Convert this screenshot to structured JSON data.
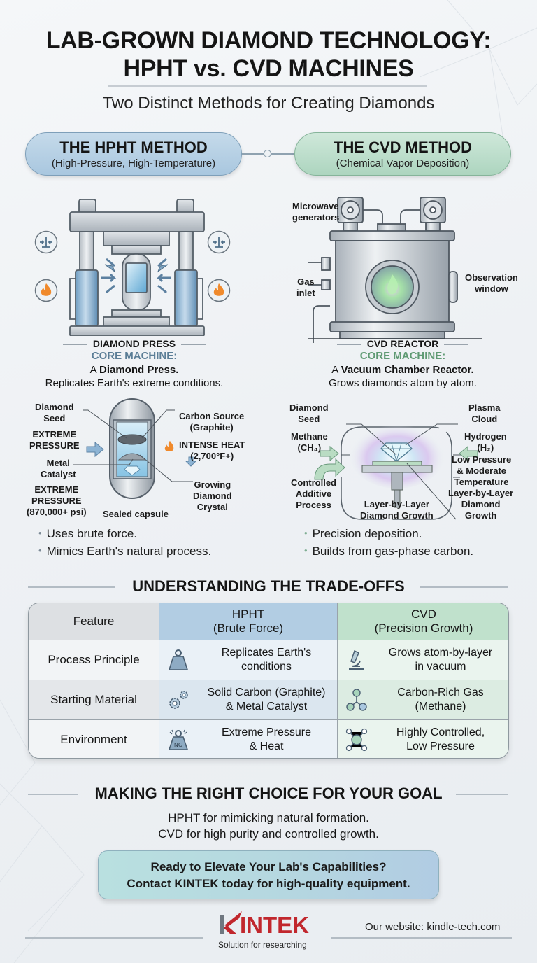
{
  "header": {
    "title_line1": "LAB-GROWN DIAMOND TECHNOLOGY:",
    "title_line2": "HPHT vs. CVD MACHINES",
    "subtitle": "Two Distinct Methods for Creating Diamonds"
  },
  "colors": {
    "hpht_accent": "#a9c7df",
    "cvd_accent": "#add5bf",
    "hpht_core_label": "#5b7d96",
    "cvd_core_label": "#5f9a73",
    "brand_red": "#c1272d",
    "flame_orange": "#f08a2c"
  },
  "hpht": {
    "pill_title": "THE HPHT METHOD",
    "pill_subtitle": "(High-Pressure, High-Temperature)",
    "machine_name": "DIAMOND PRESS",
    "core_label": "CORE MACHINE:",
    "core_desc_prefix": "A ",
    "core_desc_bold": "Diamond Press.",
    "core_desc_line2": "Replicates Earth's extreme conditions.",
    "side_icons": [
      "pressure-icon",
      "flame-icon"
    ],
    "capsule_labels": {
      "diamond_seed": "Diamond\nSeed",
      "extreme_pressure_1": "EXTREME\nPRESSURE",
      "metal_catalyst": "Metal\nCatalyst",
      "extreme_pressure_2": "EXTREME\nPRESSURE\n(870,000+ psi)",
      "sealed_capsule": "Sealed capsule",
      "carbon_source": "Carbon Source\n(Graphite)",
      "intense_heat": "INTENSE HEAT\n(2,700°F+)",
      "growing_crystal": "Growing\nDiamond\nCrystal"
    },
    "bullets": [
      "Uses brute force.",
      "Mimics Earth's natural process."
    ]
  },
  "cvd": {
    "pill_title": "THE CVD METHOD",
    "pill_subtitle": "(Chemical Vapor Deposition)",
    "machine_name": "CVD REACTOR",
    "core_label": "CORE MACHINE:",
    "core_desc_prefix": "A ",
    "core_desc_bold": "Vacuum Chamber Reactor.",
    "core_desc_line2": "Grows diamonds atom by atom.",
    "reactor_labels": {
      "microwave": "Microwave\ngenerators",
      "gas_inlet": "Gas\ninlet",
      "observation": "Observation\nwindow"
    },
    "chamber_labels": {
      "diamond_seed": "Diamond\nSeed",
      "methane": "Methane\n(CH₄)",
      "controlled": "Controlled\nAdditive\nProcess",
      "layer_bottom": "Layer-by-Layer\nDiamond Growth",
      "plasma": "Plasma\nCloud",
      "hydrogen": "Hydrogen\n(H₂)",
      "low_pressure": "Low Pressure\n& Moderate\nTemperature",
      "layer_right": "Layer-by-Layer\nDiamond\nGrowth"
    },
    "bullets": [
      "Precision deposition.",
      "Builds from gas-phase carbon."
    ]
  },
  "tradeoffs": {
    "heading": "UNDERSTANDING THE TRADE-OFFS",
    "columns": [
      "Feature",
      "HPHT\n(Brute Force)",
      "CVD\n(Precision Growth)"
    ],
    "rows": [
      {
        "feature": "Process Principle",
        "hpht": "Replicates Earth's\nconditions",
        "hpht_icon": "weight-icon",
        "cvd": "Grows atom-by-layer\nin vacuum",
        "cvd_icon": "microscope-icon"
      },
      {
        "feature": "Starting Material",
        "hpht": "Solid Carbon (Graphite)\n& Metal Catalyst",
        "hpht_icon": "gears-icon",
        "cvd": "Carbon-Rich Gas\n(Methane)",
        "cvd_icon": "molecule-icon"
      },
      {
        "feature": "Environment",
        "hpht": "Extreme Pressure\n& Heat",
        "hpht_icon": "heavy-weight-icon",
        "hpht_icon_text": "NG",
        "cvd": "Highly Controlled,\nLow Pressure",
        "cvd_icon": "network-molecule-icon"
      }
    ]
  },
  "goal": {
    "heading": "MAKING THE RIGHT CHOICE FOR YOUR GOAL",
    "line1": "HPHT for mimicking natural formation.",
    "line2": "CVD for high purity and controlled growth."
  },
  "cta": {
    "line1": "Ready to Elevate Your Lab's Capabilities?",
    "line2": "Contact KINTEK today for high-quality equipment."
  },
  "footer": {
    "logo_text": "KINTEK",
    "logo_tagline": "Solution for researching",
    "website": "Our website: kindle-tech.com"
  }
}
